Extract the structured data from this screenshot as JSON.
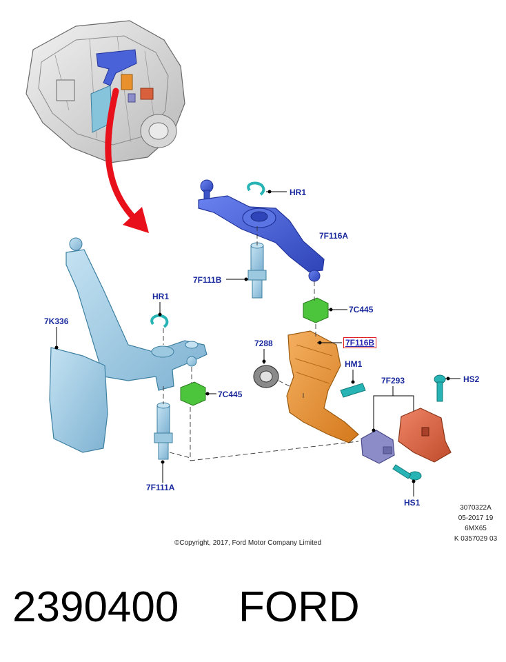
{
  "labels": {
    "hr1_top": "HR1",
    "f116a": "7F116A",
    "f111b": "7F111B",
    "c445_top": "7C445",
    "f116b": "7F116B",
    "p7288": "7288",
    "hm1": "HM1",
    "f293": "7F293",
    "hs2": "HS2",
    "hs1": "HS1",
    "k336": "7K336",
    "hr1_left": "HR1",
    "c445_left": "7C445",
    "f111a": "7F111A"
  },
  "meta": {
    "line1": "3070322A",
    "line2": "05-2017 19",
    "line3": "6MX65",
    "line4": "K 0357029 03"
  },
  "copyright": "©Copyright, 2017, Ford Motor Company Limited",
  "footer": {
    "part_number": "2390400",
    "brand": "FORD"
  },
  "colors": {
    "label_blue": "#1a2a9e",
    "highlight_red": "#e02020",
    "arrow_red": "#e8101a",
    "part_blue": "#4a62d8",
    "part_lightblue": "#9cc8e0",
    "part_green": "#4cc43c",
    "part_orange": "#e8902c",
    "part_redorange": "#d8603c",
    "part_lavender": "#8c8cc8",
    "part_teal": "#28b4b4"
  }
}
